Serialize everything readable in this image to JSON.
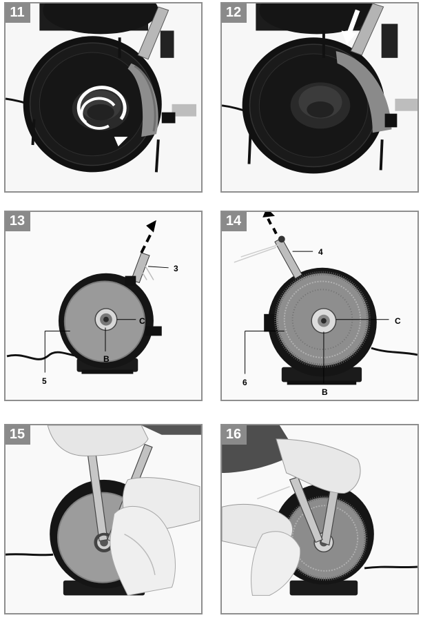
{
  "panels": [
    {
      "number": "11"
    },
    {
      "number": "12"
    },
    {
      "number": "13",
      "labels": {
        "a": "3",
        "b": "C",
        "c": "B",
        "d": "5"
      }
    },
    {
      "number": "14",
      "labels": {
        "a": "4",
        "b": "C",
        "c": "6",
        "d": "B"
      }
    },
    {
      "number": "15"
    },
    {
      "number": "16"
    }
  ]
}
